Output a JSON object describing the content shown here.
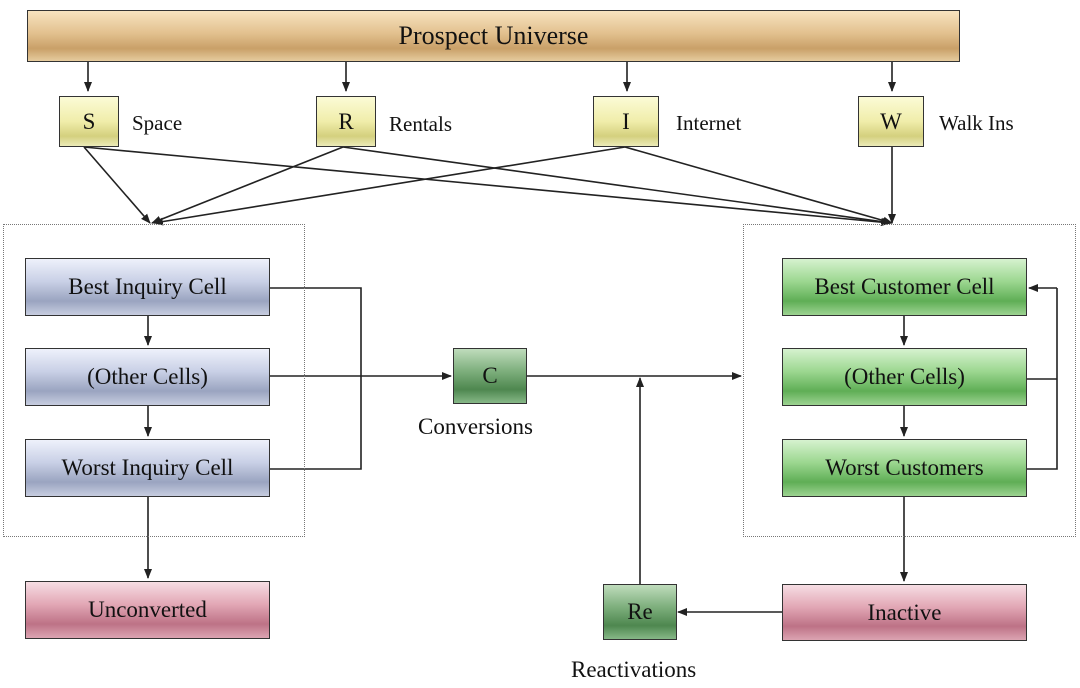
{
  "title": "Prospect Universe",
  "sources": [
    {
      "code": "S",
      "label": "Space"
    },
    {
      "code": "R",
      "label": "Rentals"
    },
    {
      "code": "I",
      "label": "Internet"
    },
    {
      "code": "W",
      "label": "Walk Ins"
    }
  ],
  "inquiry_cells": {
    "best": "Best Inquiry Cell",
    "other": "(Other Cells)",
    "worst": "Worst Inquiry Cell"
  },
  "customer_cells": {
    "best": "Best Customer Cell",
    "other": "(Other Cells)",
    "worst": "Worst Customers"
  },
  "conversions": {
    "code": "C",
    "label": "Conversions"
  },
  "reactivations": {
    "code": "Re",
    "label": "Reactivations"
  },
  "unconverted": "Unconverted",
  "inactive": "Inactive",
  "colors": {
    "prospect": "#dcb882",
    "source": "#ecebb0",
    "inquiry": "#b3bcd6",
    "customer": "#7cc870",
    "conversion": "#5f9a60",
    "terminal": "#d68ea0"
  }
}
